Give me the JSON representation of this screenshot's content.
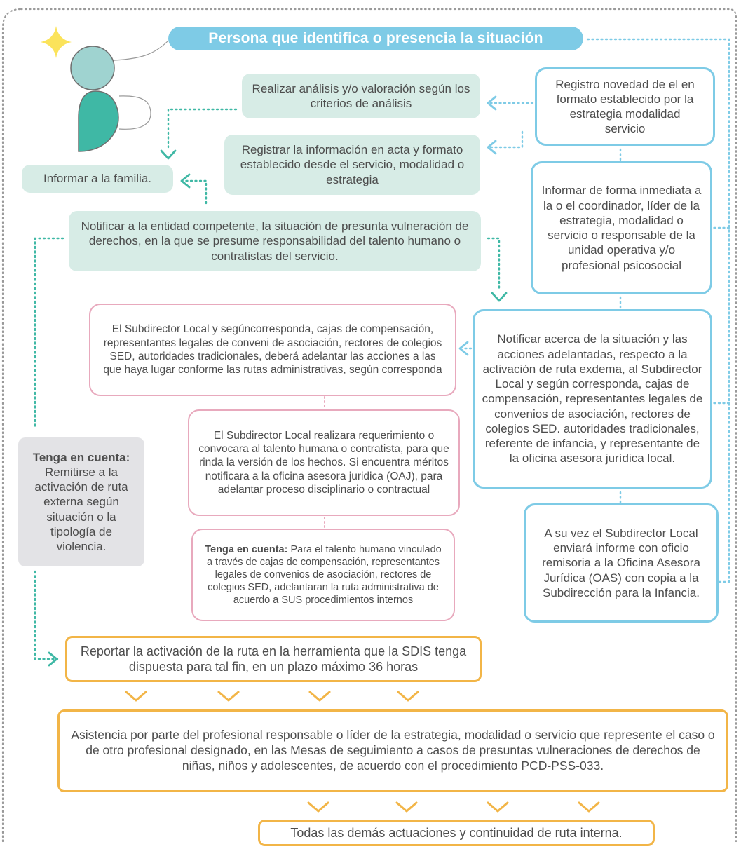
{
  "title": "Persona que identifica o presencia la situación",
  "green": {
    "analysis": "Realizar análisis y/o valoración según los criterios de análisis",
    "register": "Registrar la información en acta y formato establecido desde el servicio, modalidad o estrategia",
    "family": "Informar a la familia.",
    "notify": "Notificar a la entidad competente, la situación de presunta vulneración de derechos, en la que se presume responsabilidad del talento humano o contratistas del servicio."
  },
  "blue": {
    "registry": "Registro novedad de el en formato establecido por la estrategia modalidad servicio",
    "inform": "Informar de forma inmediata a la o el coordinador, líder de la estrategia, modalidad o servicio o responsable de la unidad operativa y/o profesional psicosocial",
    "notify_actions": "Notificar acerca de la situación y las acciones adelantadas, respecto a la activación de ruta exdema, al Subdirector Local y según corresponda, cajas de compensación, representantes legales de convenios de asociación, rectores de colegios SED. autoridades tradicionales, referente de infancia, y representante de la oficina asesora jurídica local.",
    "report": "A su vez el Subdirector Local enviará informe con oficio remisoria a la Oficina Asesora Jurídica (OAS) con copia a la Subdirección para la Infancia."
  },
  "pink": {
    "local": "El Subdirector Local y segúncorresponda, cajas de compensación, representantes legales de conveni de asociación, rectores de colegios SED, autoridades tradicionales, deberá adelantar las acciones a las que haya lugar conforme las rutas administrativas, según corresponda",
    "requirement": "El Subdirector Local realizara requerimiento o convocara al talento humana o contratista, para que rinda la versión de los hechos. Si encuentra méritos notificara a la oficina asesora juridica (OAJ), para adelantar proceso disciplinario o contractual",
    "note_label": "Tenga en cuenta:",
    "note_text": " Para el talento humano vinculado a través de cajas de compensación, representantes legales de convenios de asociación, rectores de colegios SED, adelantaran la ruta administrativa de acuerdo a SUS procedimientos internos"
  },
  "grey": {
    "label": "Tenga en cuenta:",
    "text": "Remitirse a la activación de ruta externa según situación o la tipología de violencia."
  },
  "orange": {
    "report": "Reportar la activación de la ruta en la herramienta que la SDIS tenga dispuesta para tal fin, en un plazo máximo 36 horas",
    "assist": "Asistencia por parte del profesional responsable o líder de la estrategia, modalidad o servicio que represente el caso o de otro profesional designado, en las Mesas de seguimiento a casos de presuntas vulneraciones de derechos de niñas, niños y adolescentes, de acuerdo con el procedimiento PCD-PSS-033.",
    "final": "Todas las demás actuaciones y continuidad de ruta interna."
  },
  "colors": {
    "teal": "#3fb8a5",
    "blue": "#7ecbe6",
    "green_fill": "#d7ece6",
    "pink": "#e8a9bd",
    "orange": "#f2b547",
    "star": "#fbe35b"
  }
}
